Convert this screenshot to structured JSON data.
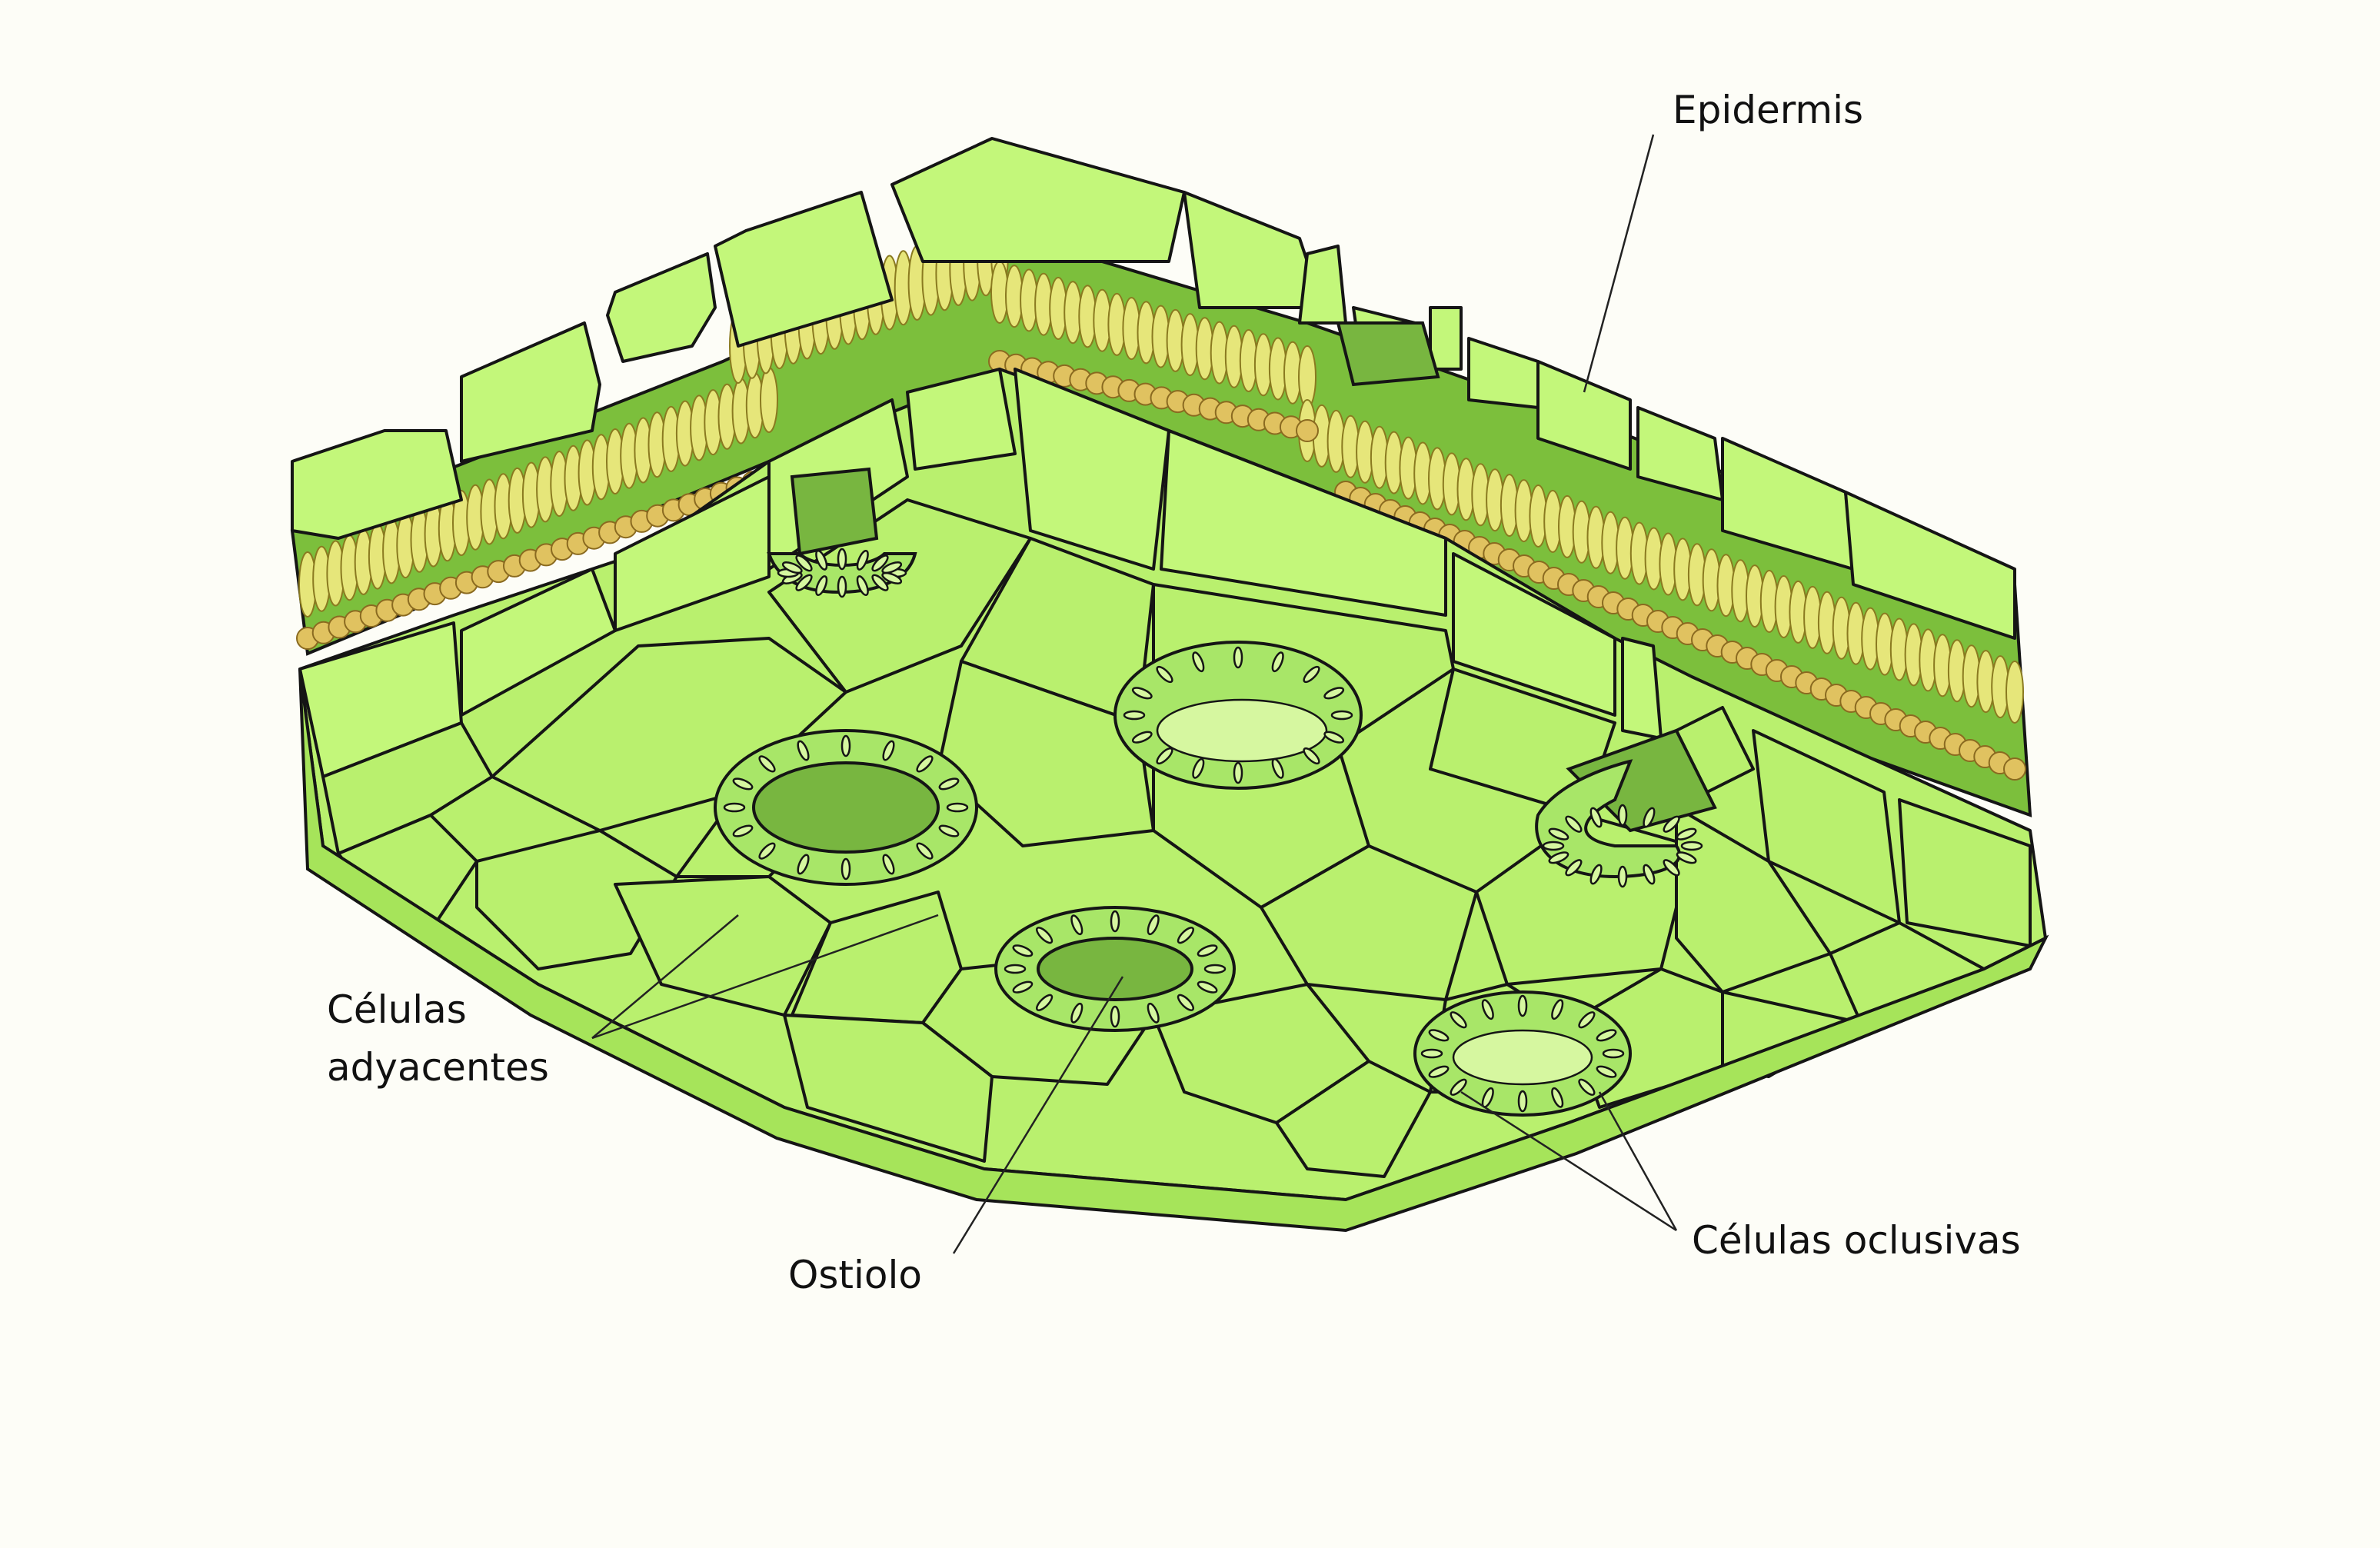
{
  "labels": {
    "epidermis": "Epidermis",
    "adjacent_line1": "Células",
    "adjacent_line2": "adyacentes",
    "ostiole": "Ostiolo",
    "guard_cells": "Células oclusivas"
  },
  "colors": {
    "background": "#fdfdf7",
    "epidermal_cell": "#b9f06e",
    "mesophyll": "#e6e67a",
    "ostiole": "#78b640"
  }
}
